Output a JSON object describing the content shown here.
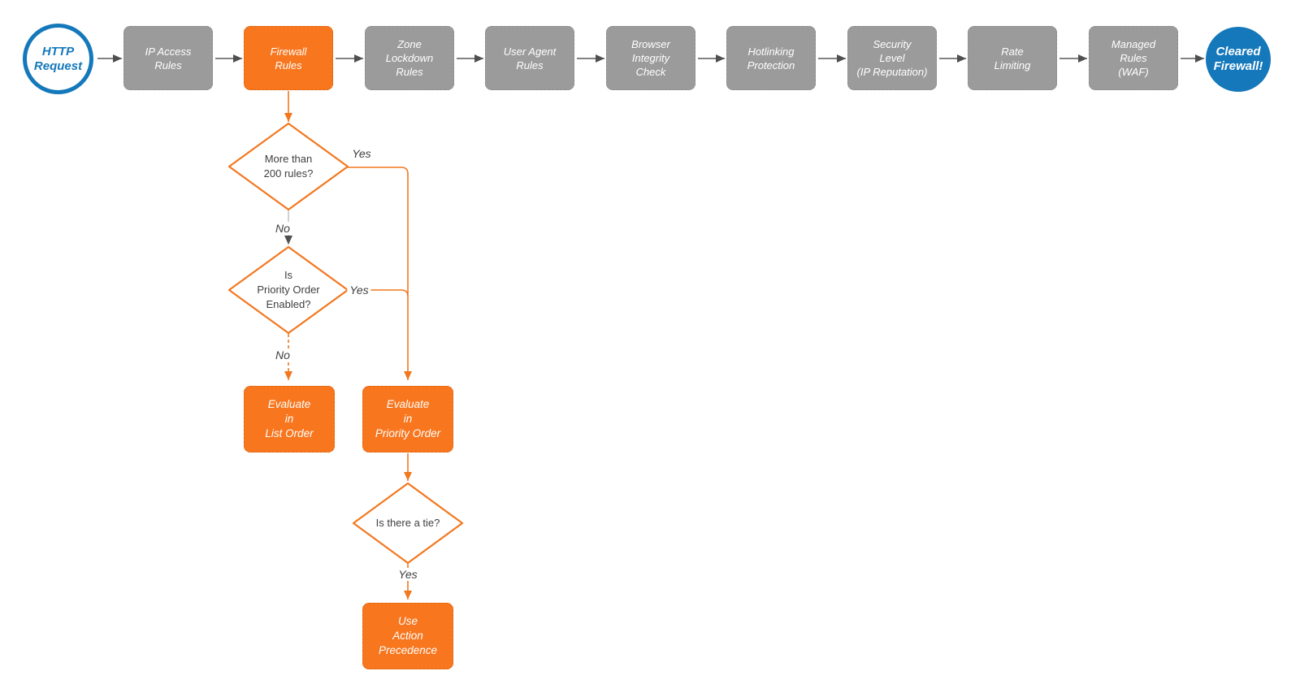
{
  "diagram": {
    "start": {
      "label": "HTTP\nRequest"
    },
    "pipeline": [
      {
        "label": "IP Access\nRules"
      },
      {
        "label": "Firewall\nRules"
      },
      {
        "label": "Zone\nLockdown\nRules"
      },
      {
        "label": "User Agent\nRules"
      },
      {
        "label": "Browser\nIntegrity\nCheck"
      },
      {
        "label": "Hotlinking\nProtection"
      },
      {
        "label": "Security\nLevel\n(IP Reputation)"
      },
      {
        "label": "Rate\nLimiting"
      },
      {
        "label": "Managed\nRules\n(WAF)"
      }
    ],
    "end": {
      "label": "Cleared\nFirewall!"
    },
    "decisions": [
      {
        "label": "More than\n200 rules?"
      },
      {
        "label": "Is\nPriority Order\nEnabled?"
      },
      {
        "label": "Is there a tie?"
      }
    ],
    "actions": [
      {
        "label": "Evaluate\nin\nList Order"
      },
      {
        "label": "Evaluate\nin\nPriority Order"
      },
      {
        "label": "Use\nAction\nPrecedence"
      }
    ],
    "edge_labels": {
      "yes1": "Yes",
      "no1": "No",
      "yes2": "Yes",
      "no2": "No",
      "yes3": "Yes"
    },
    "colors": {
      "orange": "#F7761E",
      "gray_node": "#9B9B9B",
      "blue": "#1478BB",
      "connector_dark": "#5A5A5A",
      "connector_light": "#BDBDBD",
      "text_dark": "#3F3F3F"
    }
  }
}
